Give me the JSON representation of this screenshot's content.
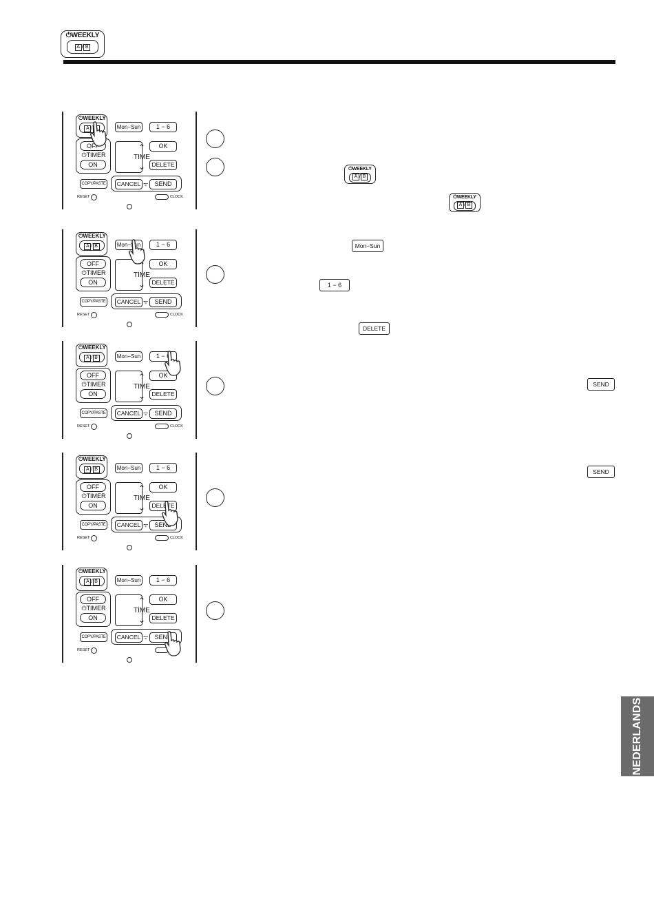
{
  "header": {
    "weekly_label": "WEEKLY",
    "ab_a": "A",
    "ab_b": "B",
    "slash": "/"
  },
  "remote": {
    "weekly": "WEEKLY",
    "mon_sun": "Mon−Sun",
    "one_six": "1 − 6",
    "off": "OFF",
    "timer": "TIMER",
    "on": "ON",
    "time": "TIME",
    "up": "⌃",
    "down": "⌄",
    "ok": "OK",
    "delete": "DELETE",
    "copy_paste": "COPY/PASTE",
    "cancel": "CANCEL",
    "send": "SEND",
    "reset": "RESET",
    "clock": "CLOCK"
  },
  "inline_keys": {
    "mon_sun": "Mon−Sun",
    "one_six": "1 − 6",
    "delete": "DELETE",
    "send": "SEND",
    "weekly": "WEEKLY"
  },
  "language_tab": "NEDERLANDS"
}
